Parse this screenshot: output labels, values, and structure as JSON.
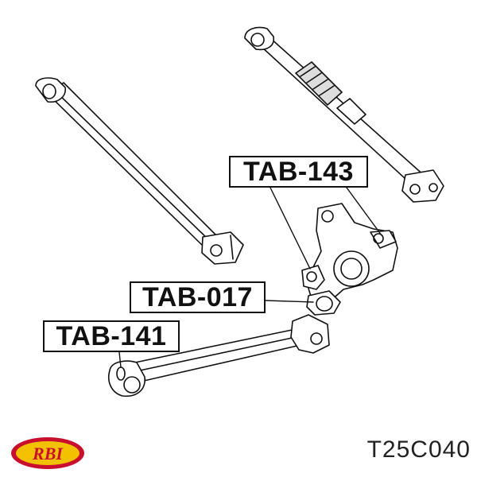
{
  "labels": {
    "upper_control_arm": "TAB-143",
    "knuckle_bushing": "TAB-017",
    "lower_control_arm": "TAB-141"
  },
  "catalog_number": "T25C040",
  "brand": {
    "logo_text": "RBI",
    "colors": {
      "outer": "#c8102e",
      "inner": "#f2c100",
      "text": "#c8102e"
    }
  },
  "line_color": "#111111"
}
